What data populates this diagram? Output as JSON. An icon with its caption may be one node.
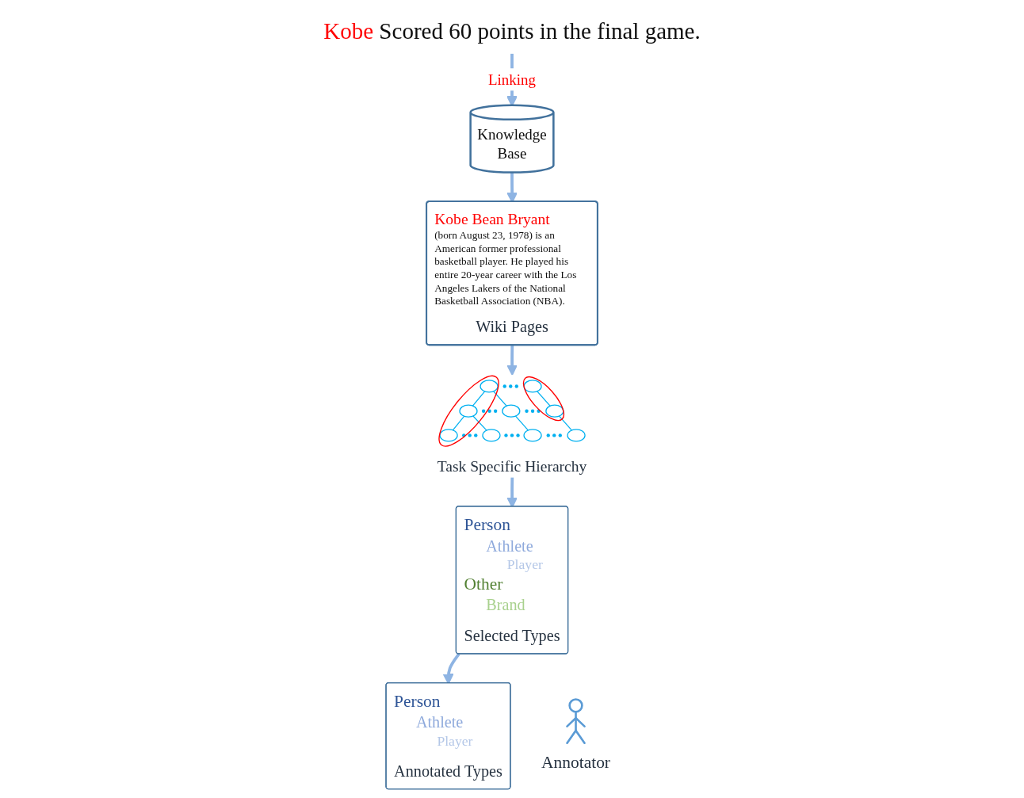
{
  "diagram": {
    "nodes": [
      {
        "text": [
          "Kobe Scored 60 points in the final game."
        ]
      },
      {
        "text": [
          "Knowledge Base"
        ]
      },
      {
        "text": [
          "Kobe Bean Bryant",
          "(born August 23, 1978) is an American former professional basketball player. He played his entire 20-year career with the Los Angeles Lakers of the National Basketball Association (NBA).",
          "Wiki Pages"
        ]
      },
      {
        "text": [
          "Task Specific Hierarchy"
        ]
      },
      {
        "text": [
          "Person",
          "Athlete",
          "Player",
          "Annotated Types"
        ]
      },
      {
        "text": [
          "Annotator"
        ]
      },
      {
        "text": [
          "Person",
          "Athlete",
          "Player",
          "Other",
          "Brand",
          "Selected Types"
        ]
      }
    ],
    "edges": [
      {
        "from": 0,
        "to": 1,
        "arrow": "to",
        "label": "Linking"
      },
      {
        "from": 1,
        "to": 2,
        "arrow": "to"
      },
      {
        "from": 2,
        "to": 3,
        "arrow": "to"
      },
      {
        "from": 3,
        "to": 6,
        "arrow": "to"
      },
      {
        "from": 6,
        "to": 4,
        "arrow": "to"
      }
    ]
  }
}
